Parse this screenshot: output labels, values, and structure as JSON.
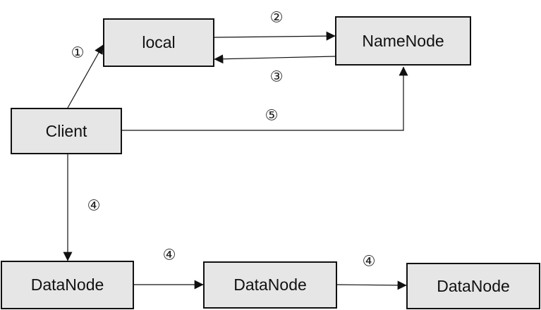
{
  "nodes": {
    "local": "local",
    "namenode": "NameNode",
    "client": "Client",
    "datanode_1": "DataNode",
    "datanode_2": "DataNode",
    "datanode_3": "DataNode"
  },
  "steps": {
    "s1": "①",
    "s2": "②",
    "s3": "③",
    "s4_client": "④",
    "s4_dn12": "④",
    "s4_dn23": "④",
    "s5": "⑤"
  },
  "colors": {
    "box_fill": "#e6e6e6",
    "stroke": "#111111"
  }
}
